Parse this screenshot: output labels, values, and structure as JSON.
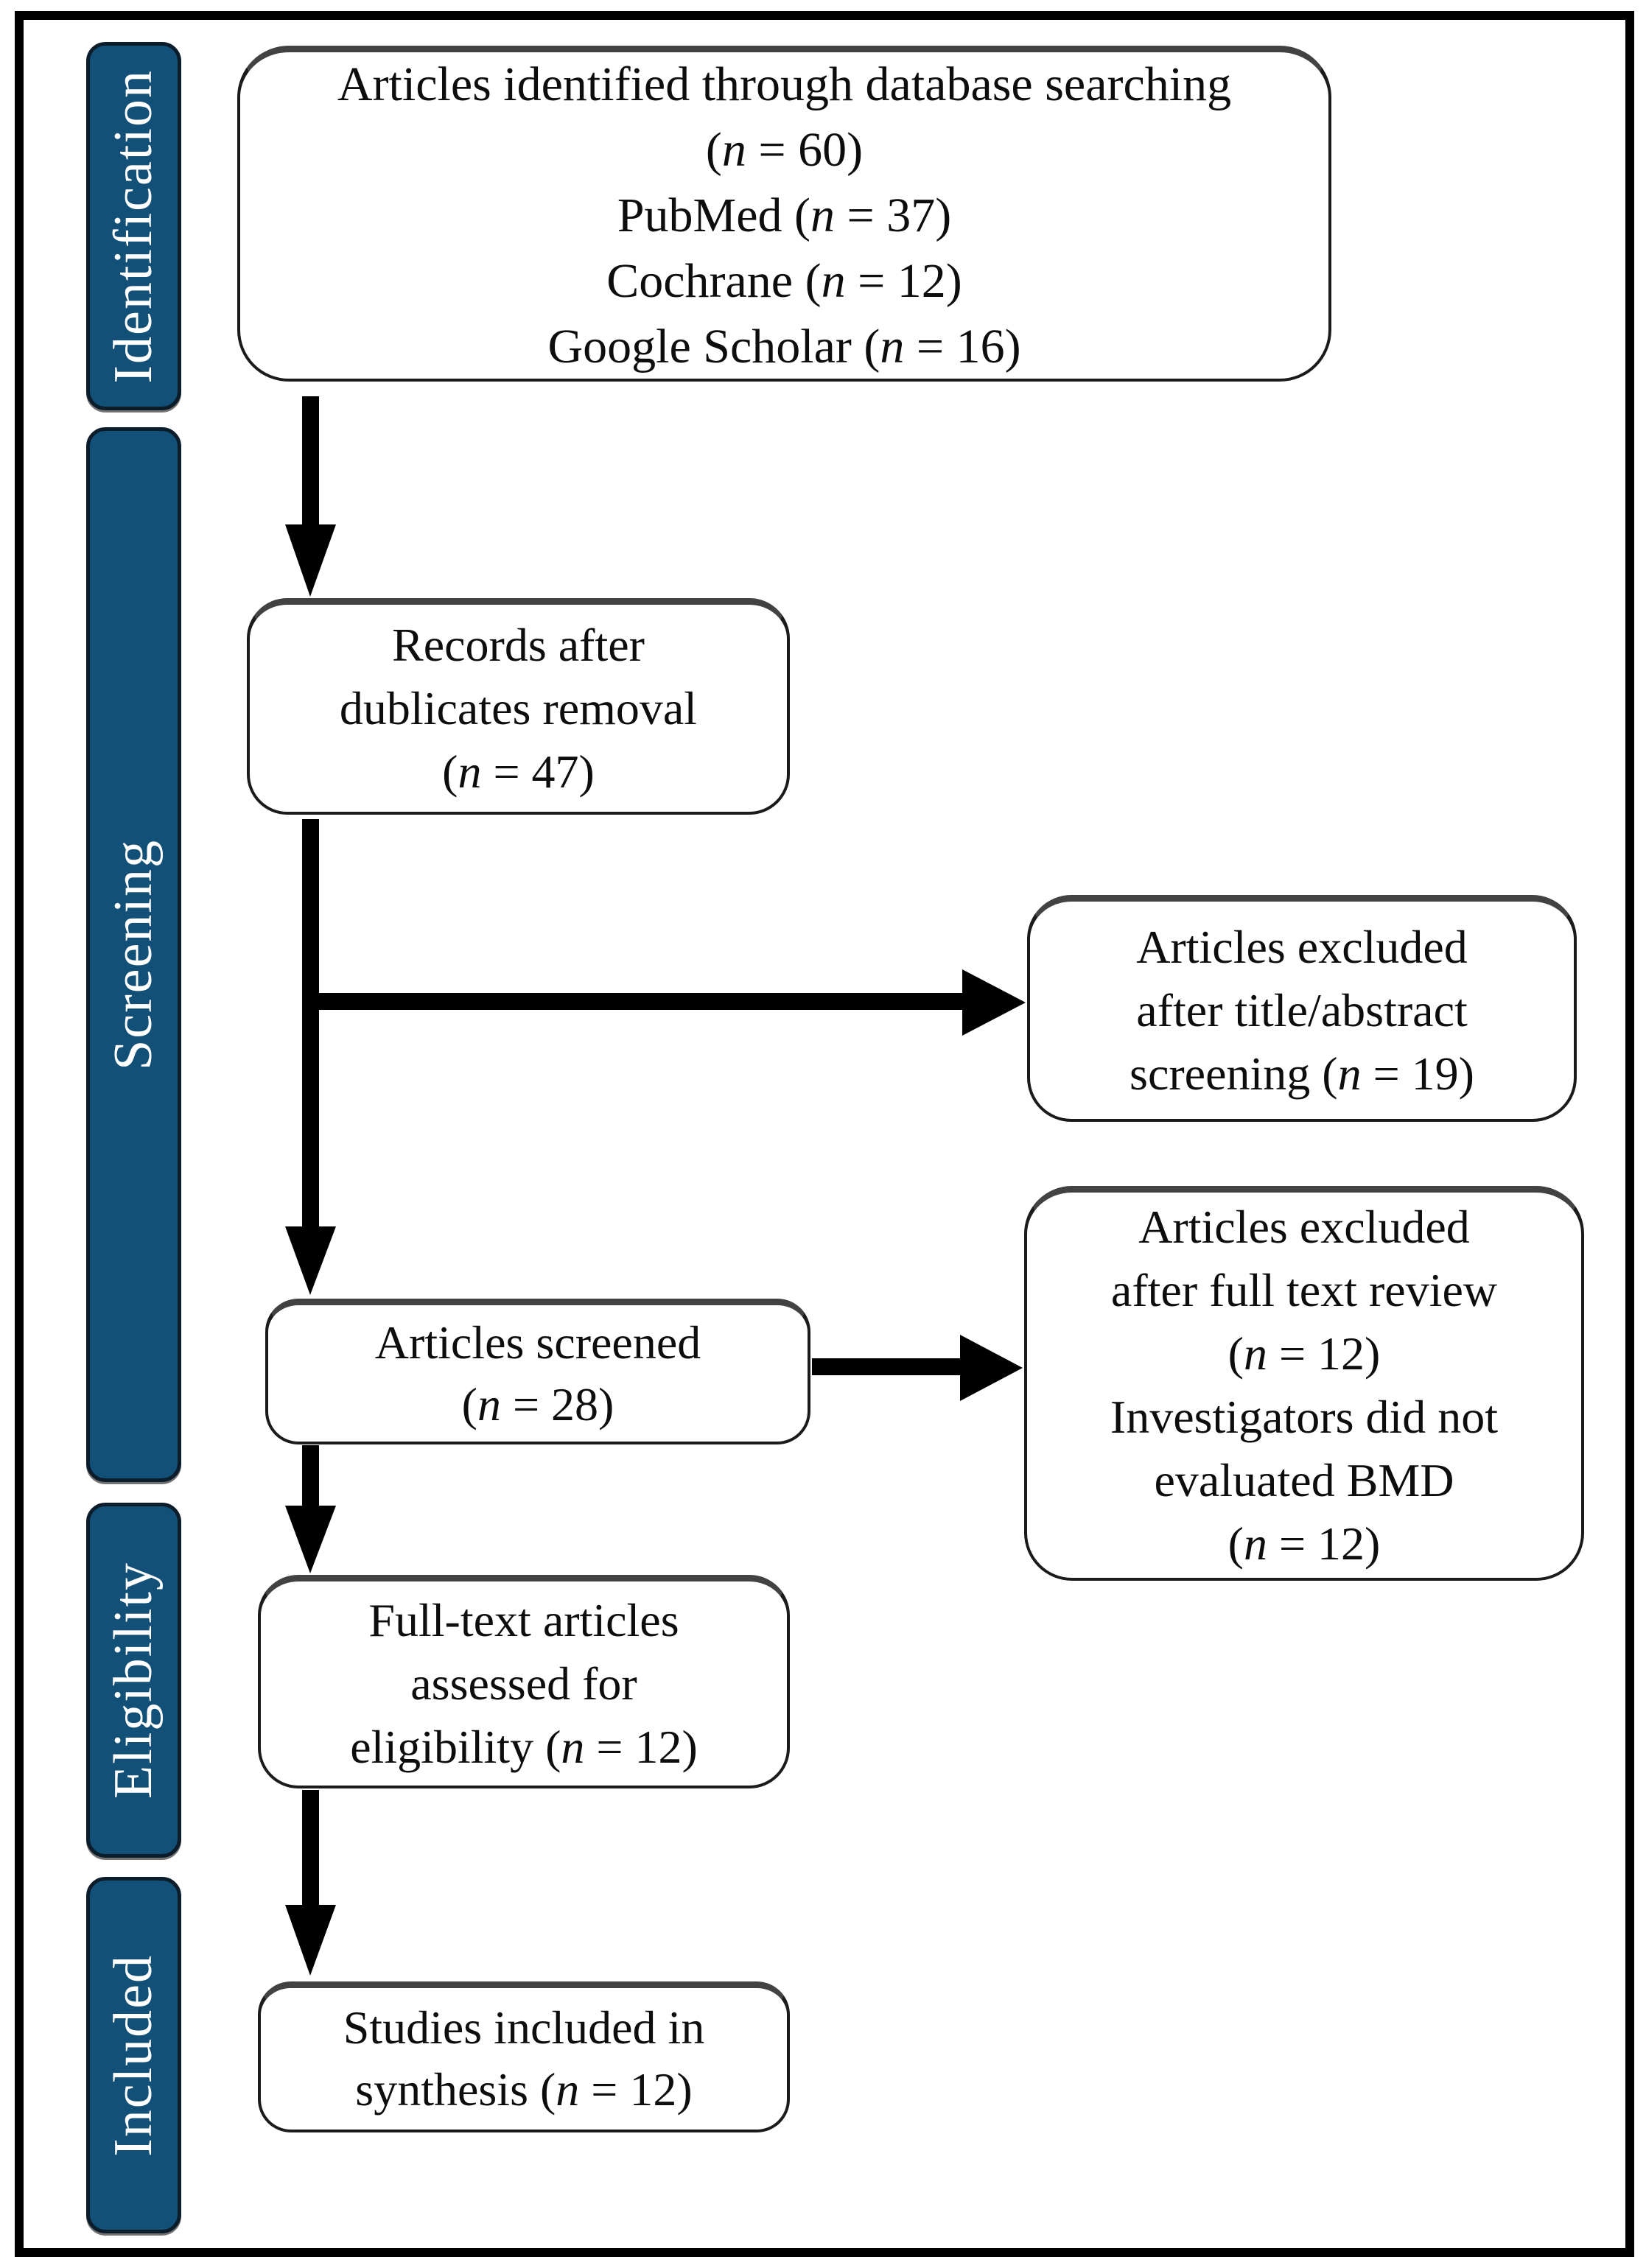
{
  "colors": {
    "stage_bg": "#135078",
    "stage_text": "#ffffff",
    "box_bg": "#ffffff",
    "box_border": "#1b1b1b",
    "arrow": "#000000",
    "frame_border": "#000000"
  },
  "diagram": {
    "type": "prisma-flow",
    "stages": [
      {
        "id": "identification",
        "label": "Identification"
      },
      {
        "id": "screening",
        "label": "Screening"
      },
      {
        "id": "eligibility",
        "label": "Eligibility"
      },
      {
        "id": "included",
        "label": "Included"
      }
    ],
    "boxes": [
      {
        "id": "identified",
        "lines": [
          "Articles identified through database searching",
          "(n = 60)",
          "PubMed (n = 37)",
          "Cochrane (n = 12)",
          "Google Scholar (n = 16)"
        ]
      },
      {
        "id": "records-after-duplicates",
        "lines": [
          "Records after",
          "dublicates removal",
          "(n = 47)"
        ]
      },
      {
        "id": "excluded-title-abstract",
        "lines": [
          "Articles excluded",
          "after title/abstract",
          "screening (n = 19)"
        ]
      },
      {
        "id": "articles-screened",
        "lines": [
          "Articles screened",
          "(n = 28)"
        ]
      },
      {
        "id": "excluded-full-text",
        "lines": [
          "Articles excluded",
          "after full text review",
          "(n = 12)",
          "Investigators did not",
          "evaluated BMD",
          "(n = 12)"
        ]
      },
      {
        "id": "full-text-assessed",
        "lines": [
          "Full-text articles",
          "assessed for",
          "eligibility (n = 12)"
        ]
      },
      {
        "id": "studies-included",
        "lines": [
          "Studies included in",
          "synthesis (n = 12)"
        ]
      }
    ],
    "arrows": [
      {
        "from": "identified",
        "to": "records-after-duplicates"
      },
      {
        "from": "records-after-duplicates",
        "to": "articles-screened"
      },
      {
        "from": "records-after-duplicates",
        "to": "excluded-title-abstract"
      },
      {
        "from": "articles-screened",
        "to": "excluded-full-text"
      },
      {
        "from": "articles-screened",
        "to": "full-text-assessed"
      },
      {
        "from": "full-text-assessed",
        "to": "studies-included"
      }
    ]
  }
}
